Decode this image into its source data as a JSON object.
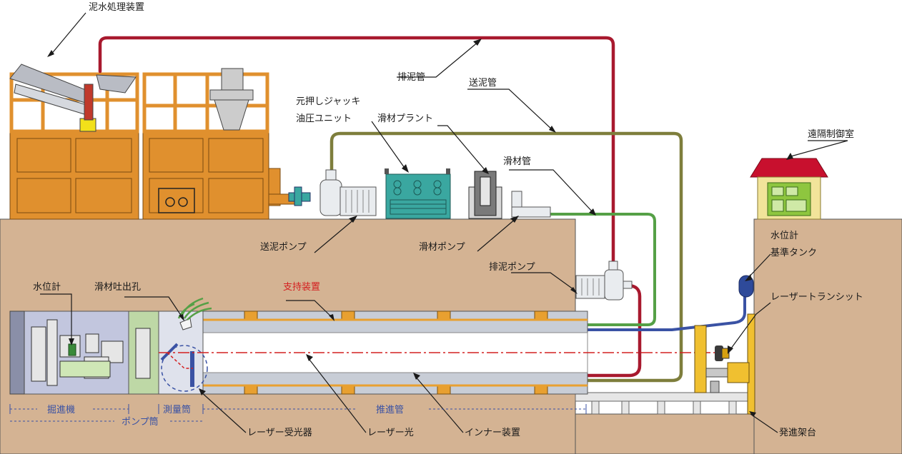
{
  "labels": {
    "sludge_treatment": "泥水処理装置",
    "discharge_pipe": "排泥管",
    "supply_pipe": "送泥管",
    "main_jack_unit_line1": "元押しジャッキ",
    "main_jack_unit_line2": "油圧ユニット",
    "lubricant_plant": "滑材プラント",
    "lubricant_pipe": "滑材管",
    "remote_control_room": "遠隔制御室",
    "supply_pump": "送泥ポンプ",
    "lubricant_pump": "滑材ポンプ",
    "discharge_pump": "排泥ポンプ",
    "water_gauge_tank_line1": "水位計",
    "water_gauge_tank_line2": "基準タンク",
    "laser_transit": "レーザートランシット",
    "water_gauge": "水位計",
    "lubricant_outlet": "滑材吐出孔",
    "support_device": "支持装置",
    "laser_receiver": "レーザー受光器",
    "laser_light": "レーザー光",
    "inner_device": "インナー装置",
    "launch_frame": "発進架台"
  },
  "sections": {
    "excavator": "掘進機",
    "measuring_tube": "測量筒",
    "jacking_pipe": "推進管",
    "pump_tube": "ポンプ筒"
  },
  "colors": {
    "ground": "#d4b393",
    "facility_orange": "#e0902e",
    "discharge_red": "#a8192e",
    "supply_olive": "#7e7e3c",
    "lubricant_green": "#55a046",
    "water_blue": "#3a52a4",
    "laser_red": "#d42020",
    "support_orange": "#e8a030",
    "pump_teal": "#3aa7a0",
    "house_roof": "#c8102e",
    "house_wall": "#f2e49a",
    "panel_green": "#8ec63f",
    "jack_yellow": "#f0c030"
  }
}
